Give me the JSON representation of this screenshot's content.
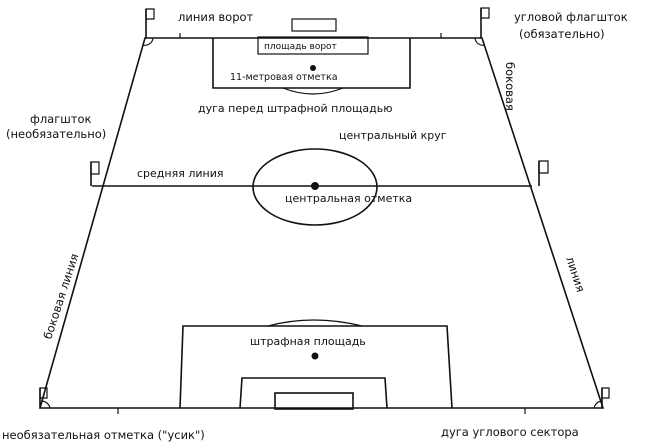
{
  "labels": {
    "goal_line": "линия ворот",
    "corner_flag": "угловой флагшток",
    "corner_flag_note": "(обязательно)",
    "goal_area": "площадь ворот",
    "penalty_mark": "11-метровая отметка",
    "penalty_arc": "дуга перед штрафной площадью",
    "optional_flag": "флагшток",
    "optional_flag_note": "(необязательно)",
    "touchline_right_upper": "боковая",
    "center_circle": "центральный круг",
    "halfway_line": "средняя линия",
    "center_mark": "центральная отметка",
    "touchline_left": "боковая линия",
    "touchline_right_lower": "линия",
    "penalty_area": "штрафная площадь",
    "optional_mark": "необязательная отметка (\"усик\")",
    "corner_arc": "дуга углового сектора"
  },
  "colors": {
    "line": "#111111",
    "background": "#ffffff"
  },
  "icons": {
    "flag": "flag-icon"
  }
}
